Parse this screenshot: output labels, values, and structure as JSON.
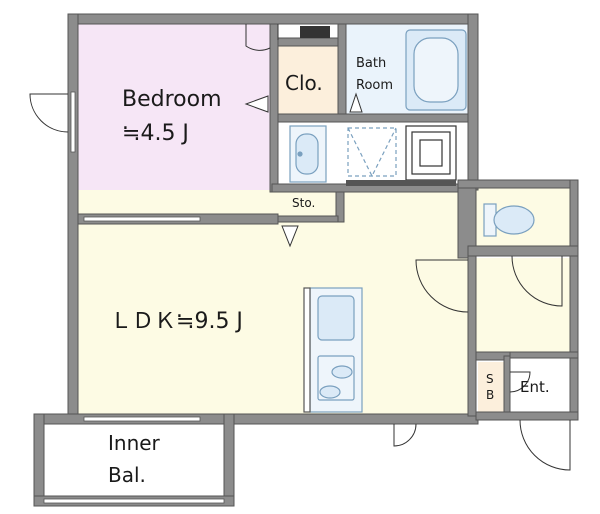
{
  "rooms": {
    "bedroom": {
      "name": "Bedroom",
      "size": "≒4.5 J",
      "color": "#f6e6f6"
    },
    "closet": {
      "name": "Clo.",
      "color": "#fcefdc"
    },
    "bath": {
      "name_line1": "Bath",
      "name_line2": "Room",
      "color": "#eaf3fb"
    },
    "storage": {
      "name": "Sto.",
      "color": "#fcefdc"
    },
    "ldk": {
      "name": "ＬＤＫ≒9.5 J",
      "color": "#fdfbe4"
    },
    "shoe_box": {
      "name_line1": "S",
      "name_line2": "B",
      "color": "#fcefdc"
    },
    "entrance": {
      "name": "Ent.",
      "color": "#ffffff"
    },
    "balcony": {
      "name_line1": "Inner",
      "name_line2": "Bal.",
      "color": "#ffffff"
    }
  },
  "colors": {
    "wall": "#8c8c8c",
    "wall_edge": "#555555",
    "fixture_fill": "#dbeaf7",
    "fixture_stroke": "#7aa0bf",
    "toilet_area": "#fdfbe4"
  }
}
